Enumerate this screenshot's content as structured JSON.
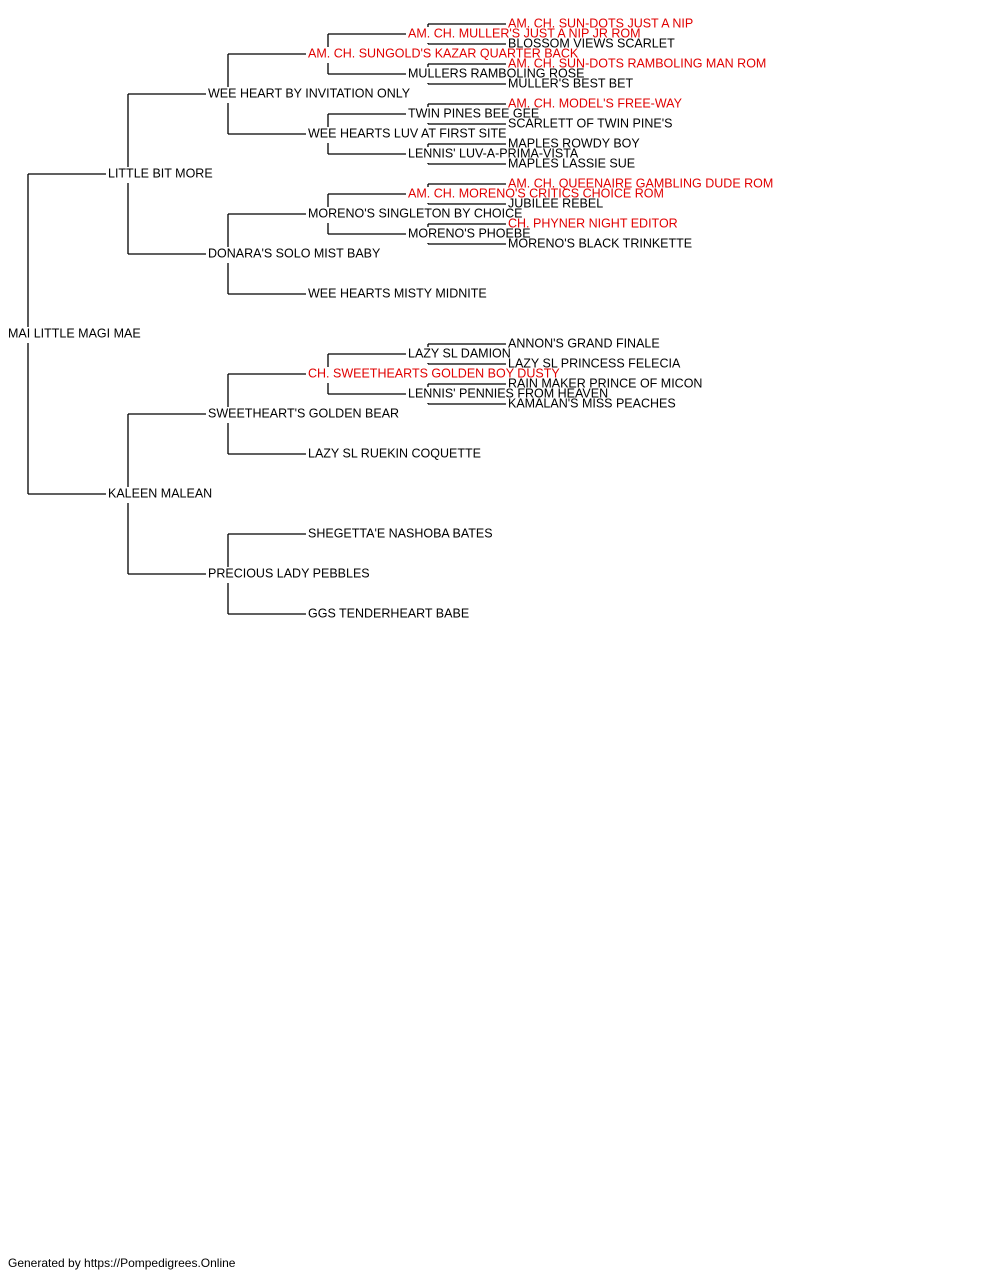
{
  "colors": {
    "default": "#000000",
    "champion": "#e00000"
  },
  "pedigree": {
    "name": "MAI LITTLE MAGI MAE",
    "champion": false,
    "sire": {
      "name": "LITTLE BIT MORE",
      "champion": false,
      "sire": {
        "name": "WEE HEART BY INVITATION ONLY",
        "champion": false,
        "sire": {
          "name": "AM. CH. SUNGOLD'S KAZAR QUARTER BACK",
          "champion": true,
          "sire": {
            "name": "AM. CH. MULLER'S JUST A NIP JR ROM",
            "champion": true,
            "sire": {
              "name": "AM. CH. SUN-DOTS JUST A NIP",
              "champion": true
            },
            "dam": {
              "name": "BLOSSOM VIEWS SCARLET",
              "champion": false
            }
          },
          "dam": {
            "name": "MULLERS RAMBOLING ROSE",
            "champion": false,
            "sire": {
              "name": "AM. CH. SUN-DOTS RAMBOLING MAN ROM",
              "champion": true
            },
            "dam": {
              "name": "MULLER'S BEST BET",
              "champion": false
            }
          }
        },
        "dam": {
          "name": "WEE HEARTS LUV AT FIRST SITE",
          "champion": false,
          "sire": {
            "name": "TWIN PINES BEE GEE",
            "champion": false,
            "sire": {
              "name": "AM. CH. MODEL'S FREE-WAY",
              "champion": true
            },
            "dam": {
              "name": "SCARLETT OF TWIN PINE'S",
              "champion": false
            }
          },
          "dam": {
            "name": "LENNIS' LUV-A-PRIMA-VISTA",
            "champion": false,
            "sire": {
              "name": "MAPLES ROWDY BOY",
              "champion": false
            },
            "dam": {
              "name": "MAPLES LASSIE SUE",
              "champion": false
            }
          }
        }
      },
      "dam": {
        "name": "DONARA'S SOLO MIST BABY",
        "champion": false,
        "sire": {
          "name": "MORENO'S SINGLETON BY CHOICE",
          "champion": false,
          "sire": {
            "name": "AM. CH. MORENO'S CRITICS CHOICE ROM",
            "champion": true,
            "sire": {
              "name": "AM. CH. QUEENAIRE GAMBLING DUDE ROM",
              "champion": true
            },
            "dam": {
              "name": "JUBILEE REBEL",
              "champion": false
            }
          },
          "dam": {
            "name": "MORENO'S PHOEBE",
            "champion": false,
            "sire": {
              "name": "CH. PHYNER NIGHT EDITOR",
              "champion": true
            },
            "dam": {
              "name": "MORENO'S BLACK TRINKETTE",
              "champion": false
            }
          }
        },
        "dam": {
          "name": "WEE HEARTS MISTY MIDNITE",
          "champion": false
        }
      }
    },
    "dam": {
      "name": "KALEEN MALEAN",
      "champion": false,
      "sire": {
        "name": "SWEETHEART'S GOLDEN BEAR",
        "champion": false,
        "sire": {
          "name": "CH. SWEETHEARTS GOLDEN BOY DUSTY",
          "champion": true,
          "sire": {
            "name": "LAZY SL DAMION",
            "champion": false,
            "sire": {
              "name": "ANNON'S GRAND FINALE",
              "champion": false
            },
            "dam": {
              "name": "LAZY SL PRINCESS FELECIA",
              "champion": false
            }
          },
          "dam": {
            "name": "LENNIS' PENNIES FROM HEAVEN",
            "champion": false,
            "sire": {
              "name": "RAIN MAKER PRINCE OF MICON",
              "champion": false
            },
            "dam": {
              "name": "KAMALAN'S MISS PEACHES",
              "champion": false
            }
          }
        },
        "dam": {
          "name": "LAZY SL RUEKIN COQUETTE",
          "champion": false
        }
      },
      "dam": {
        "name": "PRECIOUS LADY PEBBLES",
        "champion": false,
        "sire": {
          "name": "SHEGETTA'E NASHOBA BATES",
          "champion": false
        },
        "dam": {
          "name": "GGS TENDERHEART BABE",
          "champion": false
        }
      }
    }
  },
  "footer": {
    "text": "Generated by https://Pompedigrees.Online"
  }
}
